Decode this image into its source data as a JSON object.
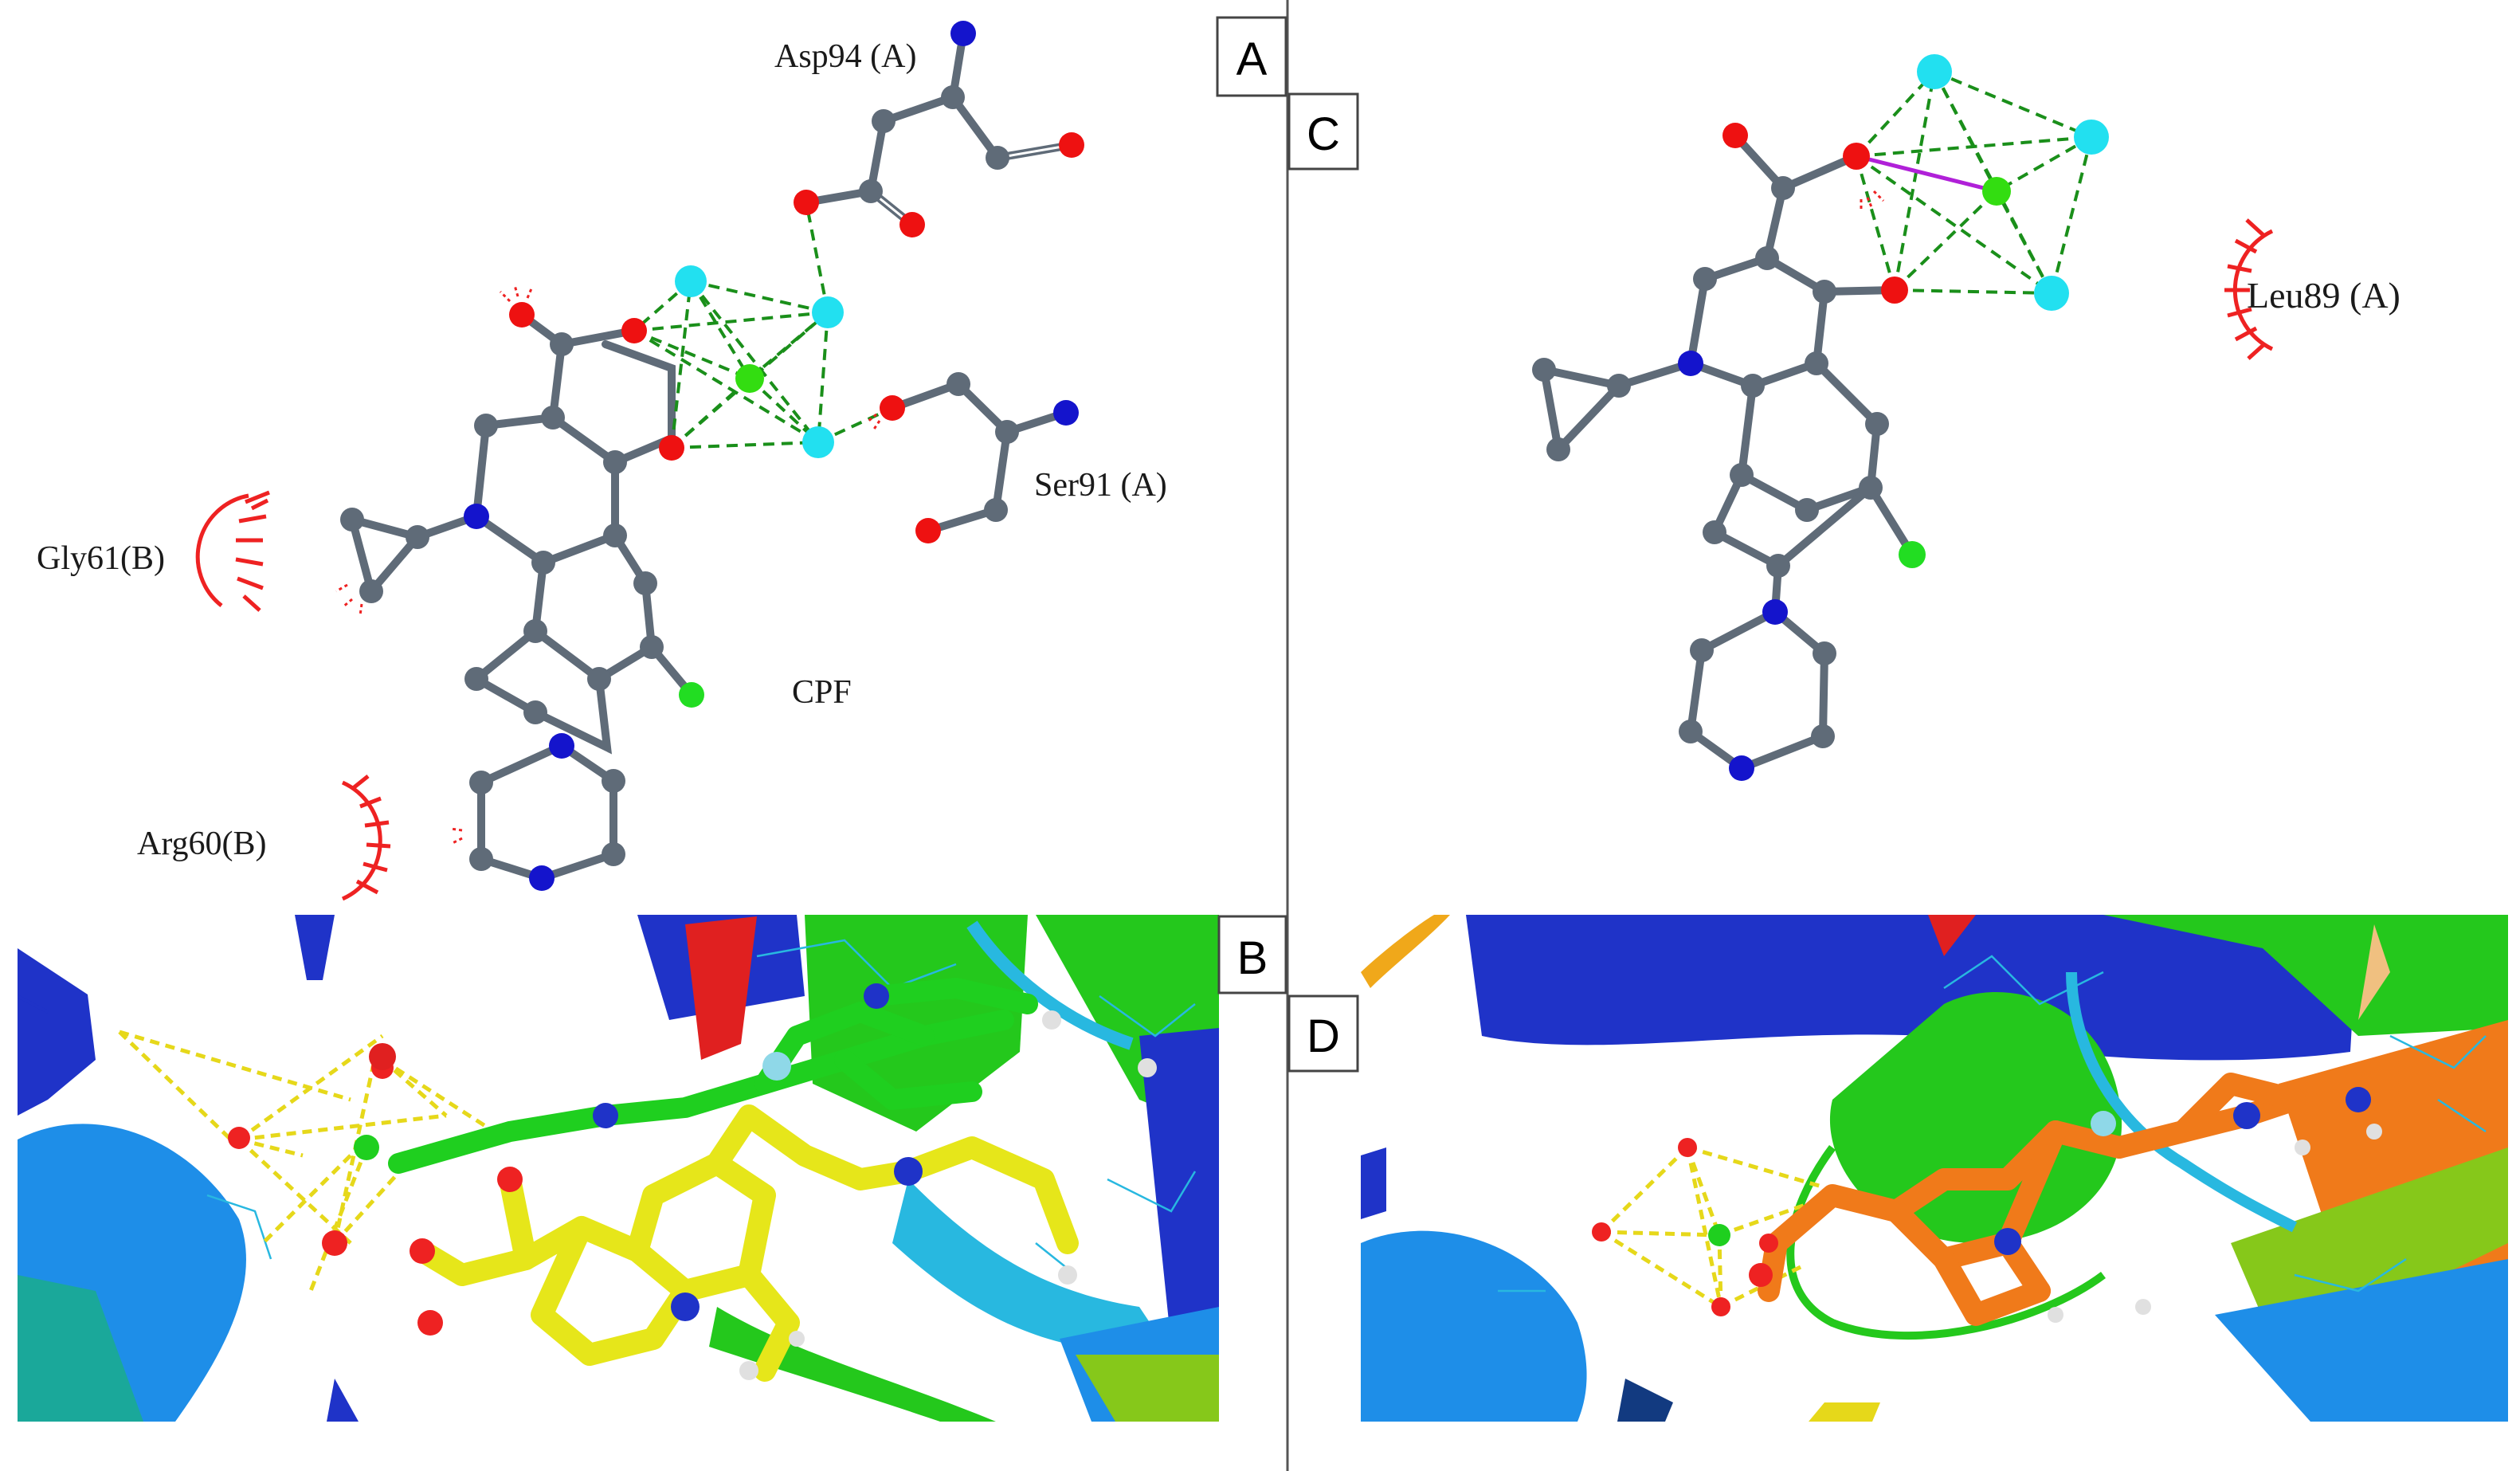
{
  "panels": {
    "a": {
      "letter": "A"
    },
    "b": {
      "letter": "B"
    },
    "c": {
      "letter": "C"
    },
    "d": {
      "letter": "D"
    }
  },
  "panel_a": {
    "residues": {
      "asp94": "Asp94 (A)",
      "ser91": "Ser91 (A)",
      "gly61": "Gly61(B)",
      "arg60": "Arg60(B)"
    },
    "ligand": "CPF"
  },
  "panel_c": {
    "residues": {
      "leu89": "Leu89 (A)"
    }
  },
  "colors": {
    "carbon": "#5f6b78",
    "oxygen": "#ee1111",
    "nitrogen": "#1414cc",
    "fluorine": "#22dd22",
    "water": "#22e0f0",
    "magnesium": "#33dd11",
    "hbond": "#1a8f1a",
    "contact": "#ee2222",
    "ligand_b": "#e6e61a",
    "ligand_d": "#f07a1a",
    "ligand_green": "#1fcf1f"
  }
}
